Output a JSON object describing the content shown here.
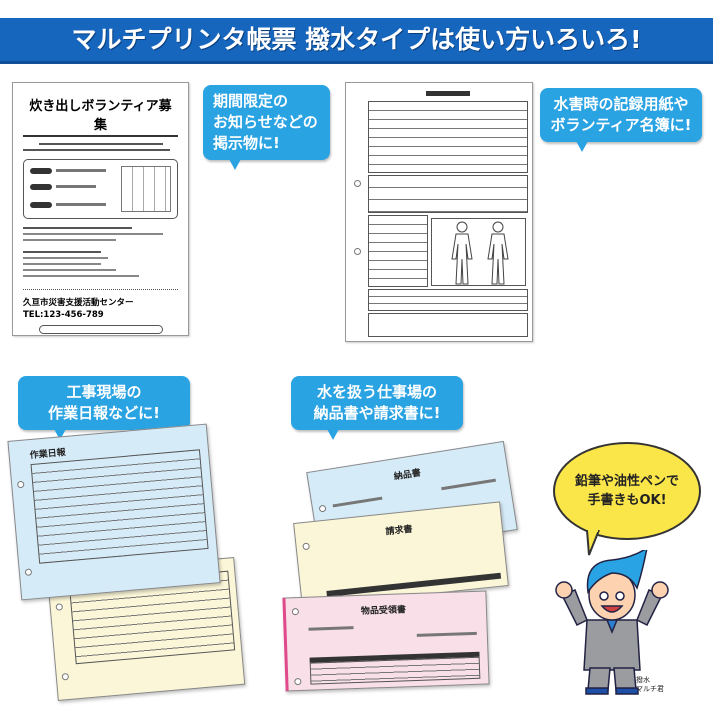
{
  "banner": {
    "title": "マルチプリンタ帳票 撥水タイプは使い方いろいろ!"
  },
  "bubbles": {
    "notice": "期間限定の\nお知らせなどの\n掲示物に!",
    "records": "水害時の記録用紙や\nボランティア名簿に!",
    "construction": "工事現場の\n作業日報などに!",
    "invoice": "水を扱う仕事場の\n納品書や請求書に!",
    "pencil": "鉛筆や油性ペンで\n手書きもOK!"
  },
  "flyer": {
    "title": "炊き出しボランティア募集",
    "org": "久亘市災害支援活動センター",
    "tel": "TEL:123-456-789"
  },
  "forms": {
    "daily_report": "作業日報",
    "delivery": "納品書",
    "invoice": "請求書",
    "receipt": "物品受領書"
  },
  "mascot": {
    "name": "撥水\nマルチ君"
  },
  "colors": {
    "banner": "#1766bd",
    "bubble": "#2aa3e3",
    "pencil_bubble": "#fbe64a",
    "form_blue": "#d6ebf8",
    "form_yellow": "#fbf6d8",
    "form_pink": "#f8dfe8"
  }
}
